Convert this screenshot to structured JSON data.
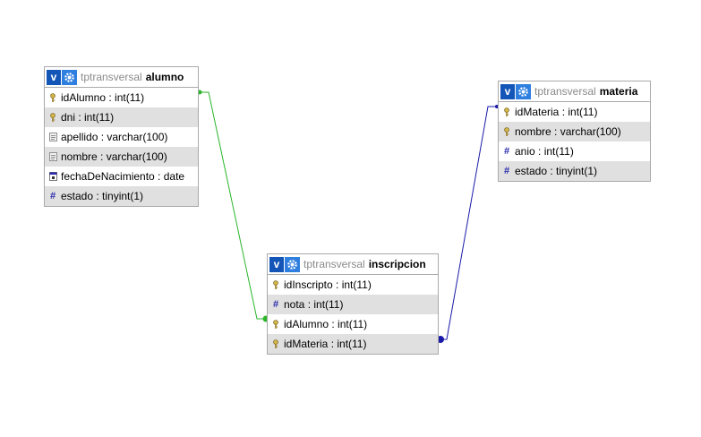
{
  "colors": {
    "relation_alumno": "#2ab52a",
    "relation_materia": "#1a1aa8",
    "alt_row": "#e0e0e0",
    "border": "#aaaaaa",
    "schema_text": "#8a8a8a"
  },
  "tables": {
    "alumno": {
      "v_label": "v",
      "schema": "tptransversal",
      "name": "alumno",
      "columns": [
        {
          "text": "idAlumno : int(11)",
          "icon": "key-icon"
        },
        {
          "text": "dni : int(11)",
          "icon": "key-icon"
        },
        {
          "text": "apellido : varchar(100)",
          "icon": "text-icon"
        },
        {
          "text": "nombre : varchar(100)",
          "icon": "text-icon"
        },
        {
          "text": "fechaDeNacimiento : date",
          "icon": "calendar-icon"
        },
        {
          "text": "estado : tinyint(1)",
          "icon": "hash-icon"
        }
      ]
    },
    "inscripcion": {
      "v_label": "v",
      "schema": "tptransversal",
      "name": "inscripcion",
      "columns": [
        {
          "text": "idInscripto : int(11)",
          "icon": "key-icon"
        },
        {
          "text": "nota : int(11)",
          "icon": "hash-icon"
        },
        {
          "text": "idAlumno : int(11)",
          "icon": "key-icon"
        },
        {
          "text": "idMateria : int(11)",
          "icon": "key-icon"
        }
      ]
    },
    "materia": {
      "v_label": "v",
      "schema": "tptransversal",
      "name": "materia",
      "columns": [
        {
          "text": "idMateria : int(11)",
          "icon": "key-icon"
        },
        {
          "text": "nombre : varchar(100)",
          "icon": "key-icon"
        },
        {
          "text": "anio : int(11)",
          "icon": "hash-icon"
        },
        {
          "text": "estado : tinyint(1)",
          "icon": "hash-icon"
        }
      ]
    }
  },
  "relations": [
    {
      "from": "alumno.idAlumno",
      "to": "inscripcion.idAlumno",
      "color": "#2ab52a"
    },
    {
      "from": "materia.idMateria",
      "to": "inscripcion.idMateria",
      "color": "#1a1aa8"
    }
  ]
}
